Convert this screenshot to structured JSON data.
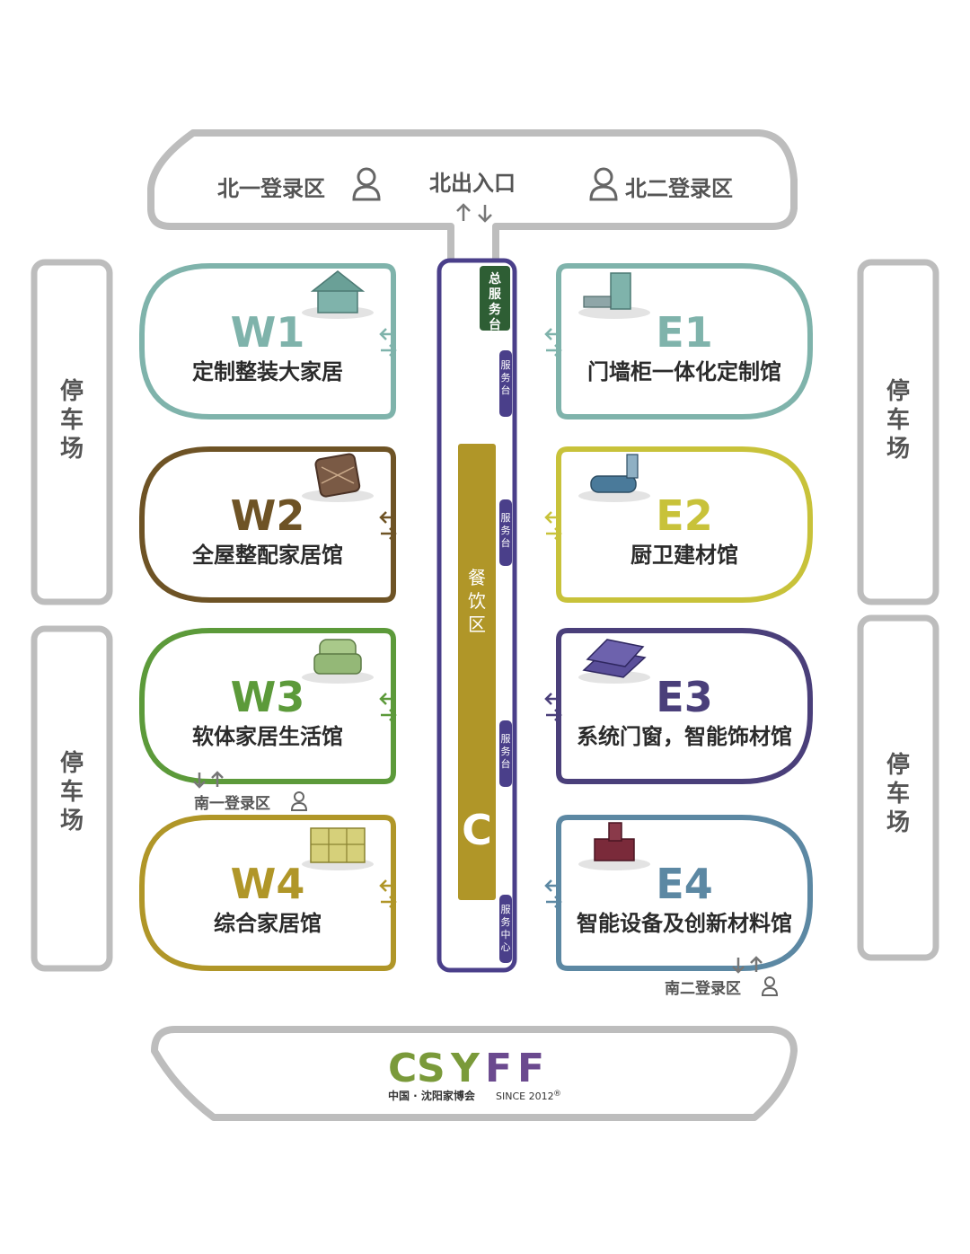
{
  "north": {
    "left_zone": "北一登录区",
    "entrance": "北出入口",
    "right_zone": "北二登录区"
  },
  "parking": {
    "label_chars": [
      "停",
      "车",
      "场"
    ]
  },
  "halls": [
    {
      "code": "W1",
      "name": "定制整装大家居",
      "color": "#7fb3ab",
      "icon": "house-icon"
    },
    {
      "code": "W2",
      "name": "全屋整配家居馆",
      "color": "#6e5325",
      "icon": "pillow-icon"
    },
    {
      "code": "W3",
      "name": "软体家居生活馆",
      "color": "#5c9a3a",
      "icon": "armchair-icon"
    },
    {
      "code": "W4",
      "name": "综合家居馆",
      "color": "#b09628",
      "icon": "kitchen-cabinet-icon"
    },
    {
      "code": "E1",
      "name": "门墙柜一体化定制馆",
      "color": "#7fb3ab",
      "icon": "door-cabinet-icon"
    },
    {
      "code": "E2",
      "name": "厨卫建材馆",
      "color": "#c8c23a",
      "icon": "bathtub-icon"
    },
    {
      "code": "E3",
      "name": "系统门窗，智能饰材馆",
      "color": "#4a3f7a",
      "icon": "panels-icon"
    },
    {
      "code": "E4",
      "name": "智能设备及创新材料馆",
      "color": "#5c88a3",
      "icon": "machine-icon"
    }
  ],
  "center": {
    "service_main_chars": [
      "总",
      "服",
      "务",
      "台"
    ],
    "service_chars": [
      "服",
      "务",
      "台"
    ],
    "service_center_chars": [
      "服",
      "务",
      "中",
      "心"
    ],
    "dining_chars": [
      "餐",
      "饮",
      "区"
    ],
    "hall_code": "C"
  },
  "south": {
    "left_zone": "南一登录区",
    "right_zone": "南二登录区"
  },
  "logo": {
    "letters": [
      "C",
      "S",
      "Y",
      "F",
      "F"
    ],
    "tagline": "中国 · 沈阳家博会",
    "since": "SINCE 2012",
    "reg": "®"
  },
  "colors": {
    "outline": "#5d5d5d",
    "fill_gray": "#b9b9b9",
    "corridor": "#4a3f8a",
    "service_green": "#2e5e34",
    "dining": "#b09628",
    "logo_green": "#7a9a3a",
    "logo_purple": "#6b4a8f"
  }
}
